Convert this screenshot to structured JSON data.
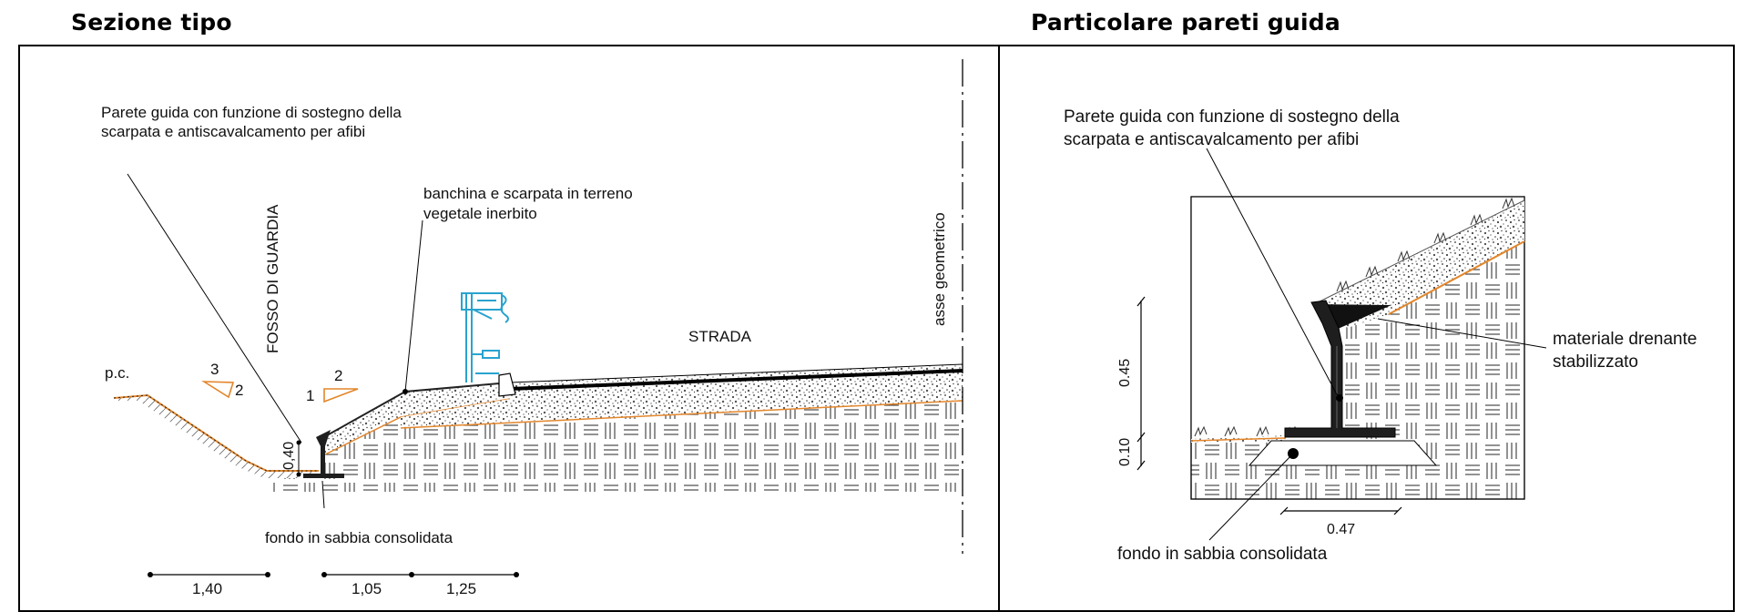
{
  "titles": {
    "left": "Sezione tipo",
    "right": "Particolare pareti guida"
  },
  "section": {
    "wall_note_line1": "Parete guida con funzione di sostegno della",
    "wall_note_line2": "scarpata e antiscavalcamento per afibi",
    "ditch_label": "FOSSO DI GUARDIA",
    "shoulder_note_line1": "banchina e scarpata in terreno",
    "shoulder_note_line2": "vegetale inerbito",
    "axis_label": "asse geometrico",
    "road_label": "STRADA",
    "ground_label": "p.c.",
    "slope_left_v": "3",
    "slope_left_h": "2",
    "slope_right_v": "1",
    "slope_right_h": "2",
    "wall_height": "0,40",
    "base_note": "fondo in sabbia consolidata",
    "dims": [
      "1,40",
      "1,05",
      "1,25"
    ]
  },
  "detail": {
    "wall_note_line1": "Parete guida con funzione di sostegno della",
    "wall_note_line2": "scarpata e antiscavalcamento per afibi",
    "drain_note_line1": "materiale drenante",
    "drain_note_line2": "stabilizzato",
    "dim_wall": "0.45",
    "dim_base": "0.10",
    "dim_width": "0.47",
    "base_note": "fondo in sabbia consolidata"
  },
  "colors": {
    "frame": "#000000",
    "earth_edge": "#e3862b",
    "barrier": "#29a3cf",
    "wall": "#1e1e1e",
    "gravel": "#bdbdbd"
  }
}
